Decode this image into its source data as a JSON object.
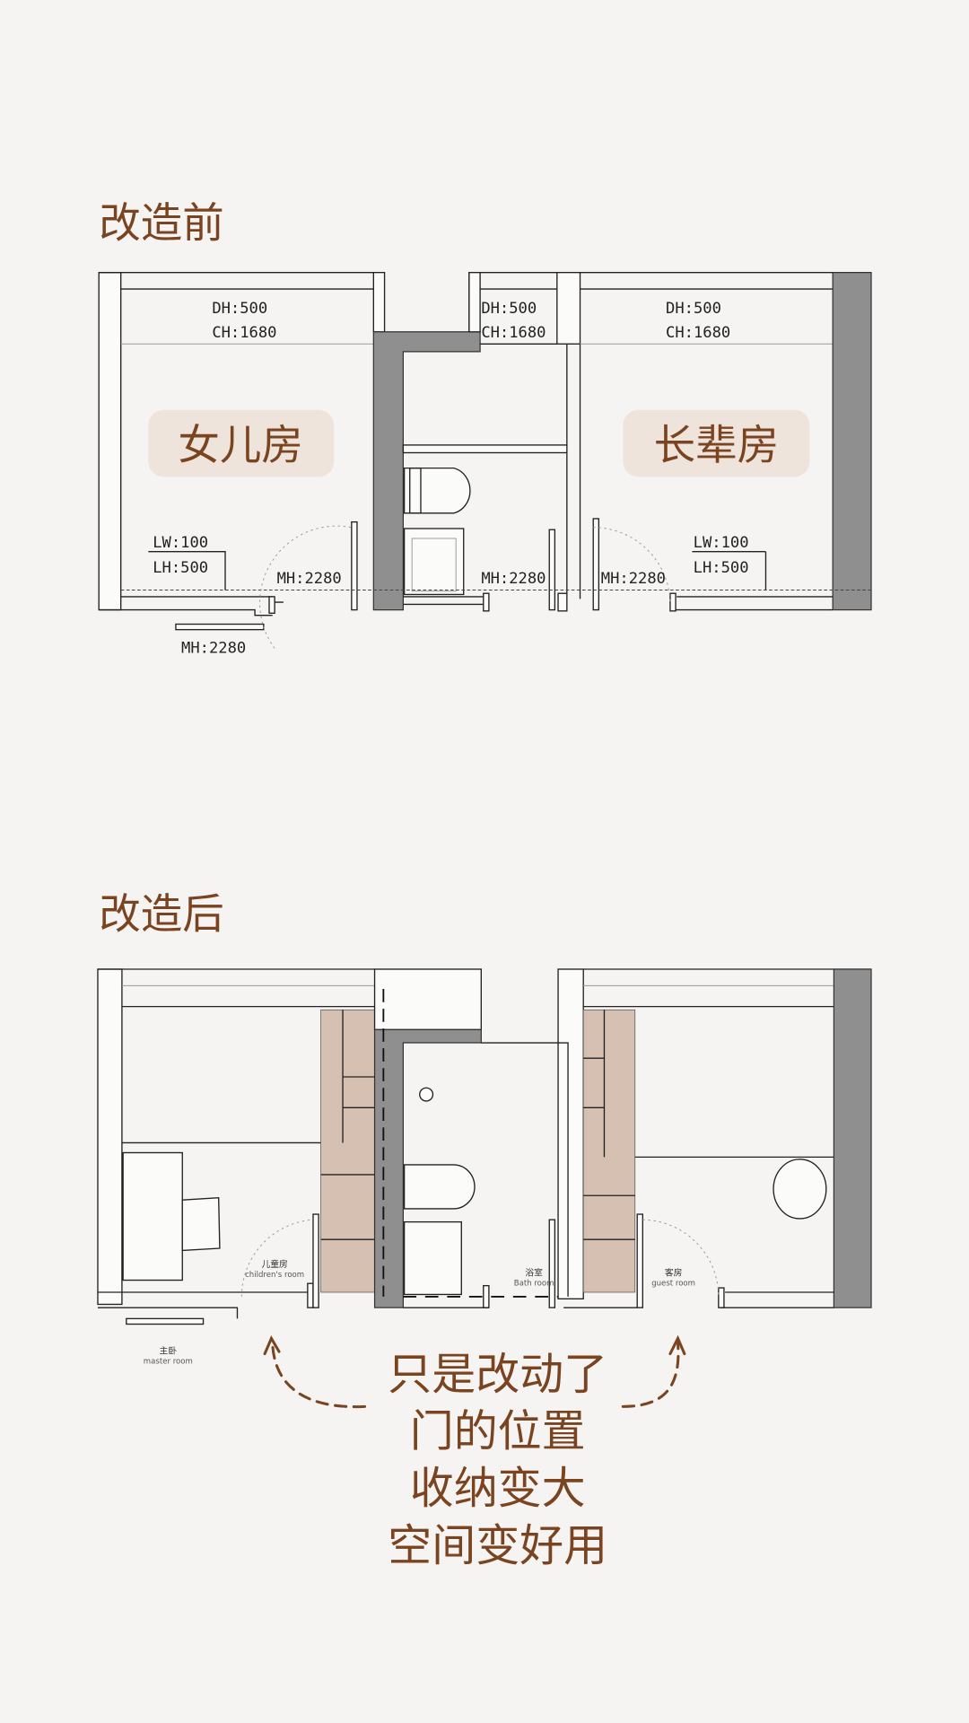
{
  "before": {
    "title": "改造前",
    "rooms": [
      {
        "badge": "女儿房",
        "dh": "DH:500",
        "ch": "CH:1680",
        "lw": "LW:100",
        "lh": "LH:500"
      },
      {
        "badge": "长辈房",
        "dh": "DH:500",
        "ch": "CH:1680",
        "lw": "LW:100",
        "lh": "LH:500"
      }
    ],
    "bath": {
      "dh": "DH:500",
      "ch": "CH:1680"
    },
    "mh_labels": [
      "MH:2280",
      "MH:2280",
      "MH:2280",
      "MH:2280"
    ]
  },
  "after": {
    "title": "改造后",
    "rooms": [
      {
        "cn": "儿童房",
        "en": "children's room"
      },
      {
        "cn": "浴室",
        "en": "Bath room"
      },
      {
        "cn": "客房",
        "en": "guest room"
      },
      {
        "cn": "主卧",
        "en": "master room"
      }
    ],
    "note_lines": [
      "只是改动了",
      "门的位置",
      "收纳变大",
      "空间变好用"
    ]
  },
  "colors": {
    "background": "#f5f4f2",
    "text_brown": "#7a4420",
    "badge_bg": "#efe4dc",
    "wardrobe": "#d5c0b1",
    "wall_gray": "#8f8f8f"
  }
}
